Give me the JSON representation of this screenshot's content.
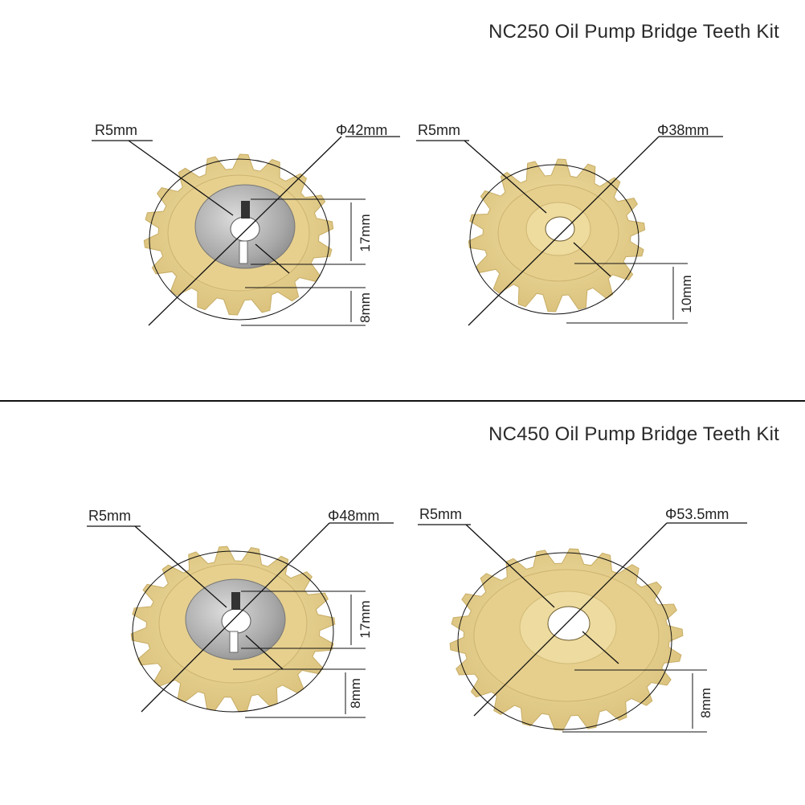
{
  "colors": {
    "gear_body": "#e9d597",
    "gear_shade": "#c9b06a",
    "metal_ring": "#b9b9b9",
    "background": "#ffffff",
    "line": "#111111"
  },
  "products": [
    {
      "title": "NC250 Oil Pump Bridge Teeth Kit",
      "gears": [
        {
          "radius_label": "R5mm",
          "diameter_label": "Φ42mm",
          "dims": [
            "17mm",
            "8mm"
          ],
          "has_metal_insert": true,
          "tooth_count": 18
        },
        {
          "radius_label": "R5mm",
          "diameter_label": "Φ38mm",
          "dims": [
            "10mm"
          ],
          "has_metal_insert": false,
          "tooth_count": 18
        }
      ]
    },
    {
      "title": "NC450 Oil Pump Bridge Teeth Kit",
      "gears": [
        {
          "radius_label": "R5mm",
          "diameter_label": "Φ48mm",
          "dims": [
            "17mm",
            "8mm"
          ],
          "has_metal_insert": true,
          "tooth_count": 20
        },
        {
          "radius_label": "R5mm",
          "diameter_label": "Φ53.5mm",
          "dims": [
            "8mm"
          ],
          "has_metal_insert": false,
          "tooth_count": 22
        }
      ]
    }
  ]
}
